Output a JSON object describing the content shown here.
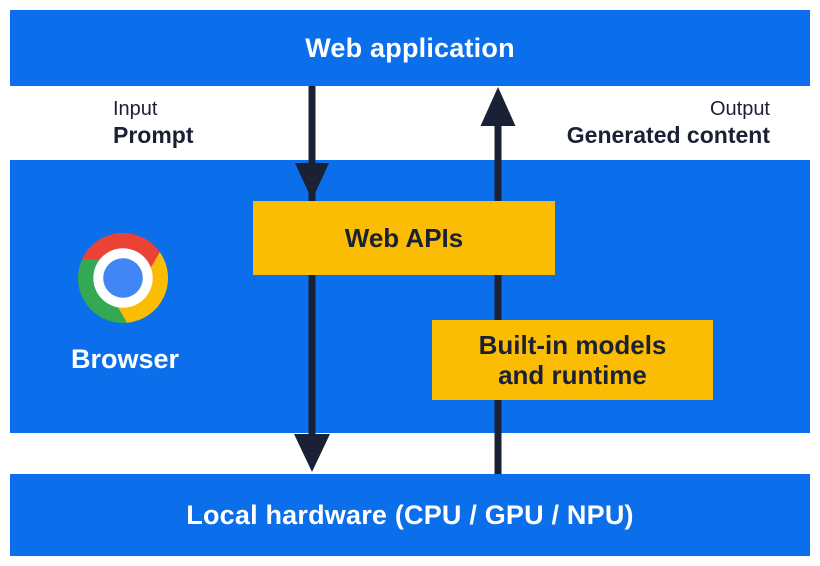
{
  "diagram": {
    "title_bar": {
      "label": "Web application"
    },
    "flows": {
      "input": {
        "caption": "Input",
        "label": "Prompt",
        "direction": "down"
      },
      "output": {
        "caption": "Output",
        "label": "Generated content",
        "direction": "up"
      }
    },
    "browser_panel": {
      "label": "Browser",
      "logo_icon": "chrome-logo",
      "boxes": {
        "web_apis": {
          "label": "Web APIs"
        },
        "builtin": {
          "line1": "Built-in models",
          "line2": "and runtime"
        }
      }
    },
    "hardware_bar": {
      "label": "Local hardware (CPU / GPU / NPU)"
    },
    "colors": {
      "panel_blue": "#0b6fec",
      "box_yellow": "#fbbc04",
      "ink_navy": "#1b2135",
      "text_white": "#ffffff",
      "chrome_red": "#ea4335",
      "chrome_green": "#34a853",
      "chrome_yellow": "#fbbc04",
      "chrome_blue": "#4285f4"
    }
  }
}
